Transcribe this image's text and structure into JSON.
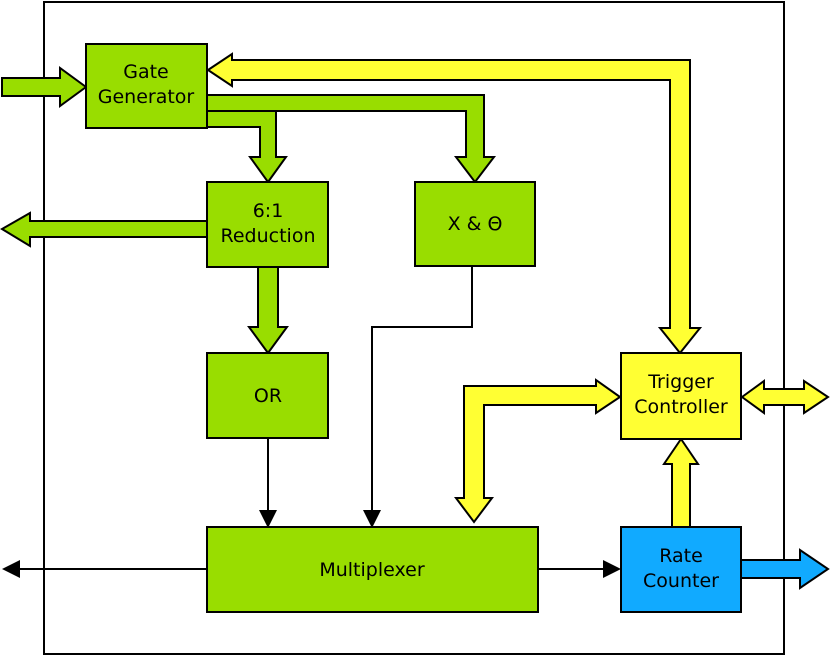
{
  "colors": {
    "green": "#99dd00",
    "yellow": "#ffff33",
    "blue": "#11aaff",
    "outline": "#000000"
  },
  "blocks": {
    "gate_generator": {
      "line1": "Gate",
      "line2": "Generator"
    },
    "reduction": {
      "line1": "6:1",
      "line2": "Reduction"
    },
    "x_theta": {
      "label": "X & Θ"
    },
    "or_gate": {
      "label": "OR"
    },
    "multiplexer": {
      "label": "Multiplexer"
    },
    "trigger_controller": {
      "line1": "Trigger",
      "line2": "Controller"
    },
    "rate_counter": {
      "line1": "Rate",
      "line2": "Counter"
    }
  }
}
